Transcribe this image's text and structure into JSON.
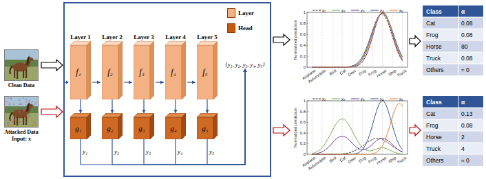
{
  "diagram": {
    "nodes": [
      {
        "text": [
          "Clean Data"
        ]
      },
      {
        "text": [
          "Attacked Data",
          "Input: x"
        ]
      },
      {
        "text": []
      },
      {
        "text": [
          "Layer 1",
          "f₁"
        ],
        "in": 2
      },
      {
        "text": [
          "Layer 2",
          "f₂"
        ],
        "in": 2
      },
      {
        "text": [
          "Layer 3",
          "f₃"
        ],
        "in": 2
      },
      {
        "text": [
          "Layer 4",
          "f₄"
        ],
        "in": 2
      },
      {
        "text": [
          "Layer 5",
          "f₅"
        ],
        "in": 2
      },
      {
        "text": [
          "g₁"
        ],
        "in": 2
      },
      {
        "text": [
          "g₂"
        ],
        "in": 2
      },
      {
        "text": [
          "g₃"
        ],
        "in": 2
      },
      {
        "text": [
          "g₄"
        ],
        "in": 2
      },
      {
        "text": [
          "g₅"
        ],
        "in": 2
      },
      {
        "text": [
          "{y₁, y₂, y₃, y₄, y₅}"
        ],
        "in": 2
      }
    ],
    "edges": [
      {
        "from": 0,
        "to": 2,
        "arrow": "to"
      },
      {
        "from": 1,
        "to": 2,
        "arrow": "to"
      },
      {
        "from": 3,
        "to": 4,
        "arrow": "to"
      },
      {
        "from": 4,
        "to": 5,
        "arrow": "to"
      },
      {
        "from": 5,
        "to": 6,
        "arrow": "to"
      },
      {
        "from": 6,
        "to": 7,
        "arrow": "to"
      },
      {
        "from": 3,
        "to": 8,
        "arrow": "to"
      },
      {
        "from": 4,
        "to": 9,
        "arrow": "to"
      },
      {
        "from": 5,
        "to": 10,
        "arrow": "to"
      },
      {
        "from": 6,
        "to": 11,
        "arrow": "to"
      },
      {
        "from": 7,
        "to": 12,
        "arrow": "to"
      },
      {
        "from": 8,
        "to": 13,
        "arrow": "to",
        "label": "y₁"
      },
      {
        "from": 9,
        "to": 13,
        "arrow": "to",
        "label": "y₂"
      },
      {
        "from": 10,
        "to": 13,
        "arrow": "to",
        "label": "y₃"
      },
      {
        "from": 11,
        "to": 13,
        "arrow": "to",
        "label": "y₄"
      },
      {
        "from": 12,
        "to": 13,
        "arrow": "to",
        "label": "y₅"
      }
    ],
    "labels": [
      "Normalized prediction",
      "0",
      "0.2",
      "0.4",
      "0.6",
      "0.8",
      "1",
      "Airplane",
      "Automobile",
      "Bird",
      "Cat",
      "Deer",
      "Dog",
      "Frog",
      "Horse",
      "Ship",
      "Truck",
      "Normalized prediction",
      "0",
      "0.2",
      "0.4",
      "0.6",
      "0.8",
      "1",
      "Airplane",
      "Automobile",
      "Bird",
      "Cat",
      "Deer",
      "Dog",
      "Frog",
      "Horse",
      "Ship",
      "Truck",
      "Class",
      "α",
      "Cat",
      "0.08",
      "Frog",
      "0.08",
      "Horse",
      "80",
      "Truck",
      "0.08",
      "Others",
      "≈ 0",
      "Class",
      "α",
      "Cat",
      "0.13",
      "Frog",
      "0.08",
      "Horse",
      "2",
      "Truck",
      "4",
      "Others",
      "≈ 0"
    ],
    "legend": [
      {
        "text": "Layer",
        "color": "#f4b183"
      },
      {
        "text": "Head",
        "color": "#c55a11"
      },
      {
        "text": "y₁"
      },
      {
        "text": "y₂"
      },
      {
        "text": "y₃"
      },
      {
        "text": "y₄"
      },
      {
        "text": "y₅"
      },
      {
        "text": "y₁"
      },
      {
        "text": "y₂"
      },
      {
        "text": "y₃"
      },
      {
        "text": "y₄"
      },
      {
        "text": "y₅"
      }
    ]
  }
}
